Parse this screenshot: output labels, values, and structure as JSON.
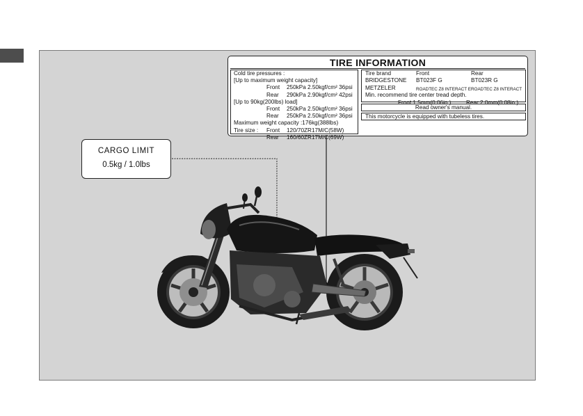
{
  "cargo_label": {
    "title": "CARGO LIMIT",
    "value": "0.5kg /  1.0lbs"
  },
  "tire_label": {
    "title": "TIRE INFORMATION",
    "pressure": {
      "cold_title": "Cold tire pressures :",
      "max_load_heading": "[Up to maximum weight capacity]",
      "max_front_label": "Front",
      "max_front_value": "250kPa 2.50kgf/cm² 36psi",
      "max_rear_label": "Rear",
      "max_rear_value": "290kPa 2.90kgf/cm² 42psi",
      "light_load_heading": "[Up to 90kg(200lbs) load]",
      "light_front_label": "Front",
      "light_front_value": "250kPa 2.50kgf/cm² 36psi",
      "light_rear_label": "Rear",
      "light_rear_value": "250kPa 2.50kgf/cm² 36psi",
      "max_weight": "Maximum weight capacity :176kg(388lbs)",
      "size_label": "Tire size :",
      "size_front_label": "Front",
      "size_front_value": "120/70ZR17M/C(58W)",
      "size_rear_label": "Rear",
      "size_rear_value": "160/60ZR17M/C(69W)"
    },
    "brands": {
      "header_brand": "Tire brand",
      "header_front": "Front",
      "header_rear": "Rear",
      "rows": [
        {
          "brand": "BRIDGESTONE",
          "front": "BT023F G",
          "rear": "BT023R G"
        },
        {
          "brand": "METZELER",
          "front": "ROADTEC Z8 INTERACT E",
          "rear": "ROADTEC Z8 INTERACT"
        }
      ],
      "tread_title": "Min. recommend tire center tread depth.",
      "tread_front": "Front 1.5mm(0.06in.)",
      "tread_rear": "Rear  2.0mm(0.08in.)"
    },
    "note_manual": "Read owner's manual.",
    "note_tubeless": "This motorcycle is equipped with tubeless tires."
  }
}
